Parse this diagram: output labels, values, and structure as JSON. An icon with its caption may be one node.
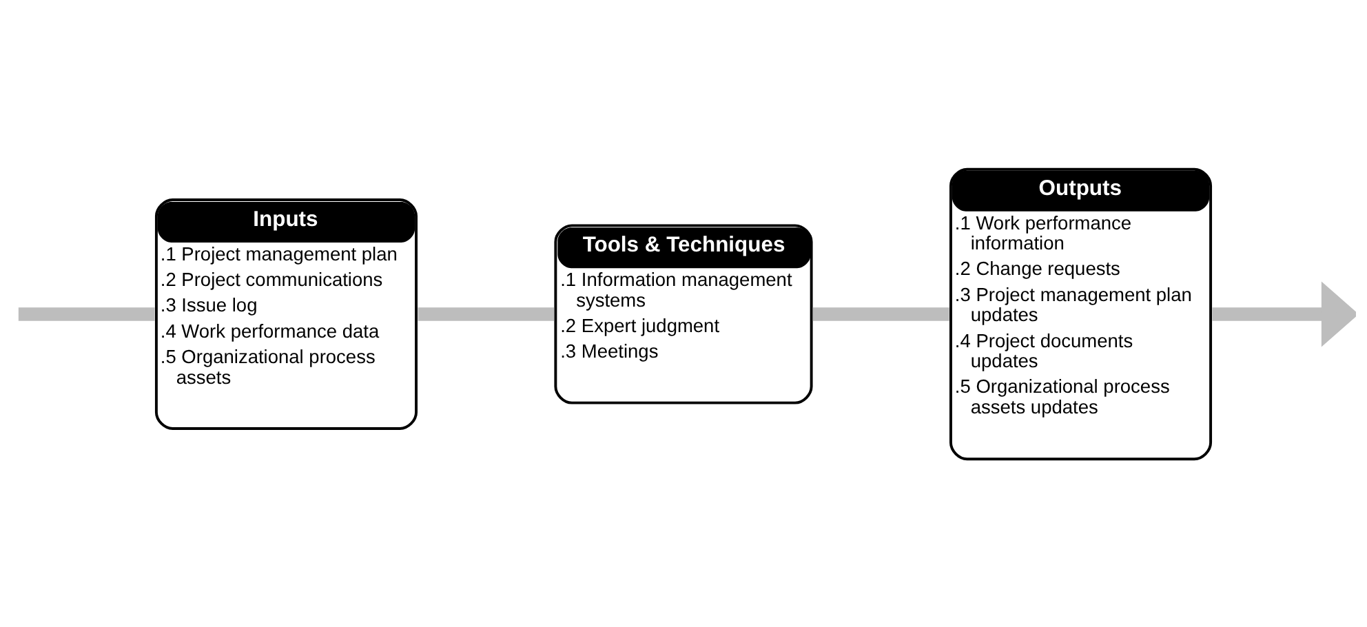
{
  "diagram": {
    "nodes": [
      {
        "text": [
          "Inputs",
          ".1 Project management plan",
          ".2 Project communications",
          ".3 Issue log",
          ".4 Work performance data",
          ".5 Organizational process assets"
        ]
      },
      {
        "text": [
          "Tools & Techniques",
          ".1 Information management systems",
          ".2 Expert judgment",
          ".3 Meetings"
        ]
      },
      {
        "text": [
          "Outputs",
          ".1 Work performance information",
          ".2 Change requests",
          ".3 Project management plan updates",
          ".4 Project documents updates",
          ".5 Organizational process assets updates"
        ]
      }
    ],
    "edges": [
      {
        "from": null,
        "to": 0,
        "arrow": "none",
        "color": "#bdbdbd"
      },
      {
        "from": 0,
        "to": 1,
        "arrow": "none",
        "color": "#bdbdbd"
      },
      {
        "from": 1,
        "to": 2,
        "arrow": "none",
        "color": "#bdbdbd"
      },
      {
        "from": 2,
        "to": null,
        "arrow": "to",
        "color": "#bdbdbd"
      }
    ]
  }
}
